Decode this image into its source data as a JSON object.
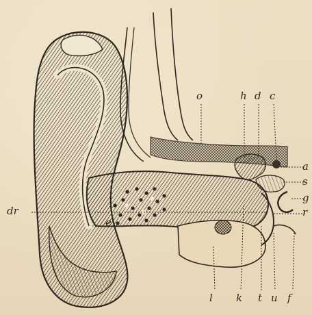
{
  "labels": {
    "o": "o",
    "h": "h",
    "d": "d",
    "c": "c",
    "a": "a",
    "s": "s",
    "g": "g",
    "r": "r",
    "dr": "dr",
    "e": "e",
    "l": "l",
    "k": "k",
    "t": "t",
    "u": "u",
    "f": "f"
  },
  "colors": {
    "background": "#e9dcc0",
    "ink": "#2d2620",
    "shade_dark": "#5a4d40",
    "shade_light": "#cfc1a4"
  }
}
